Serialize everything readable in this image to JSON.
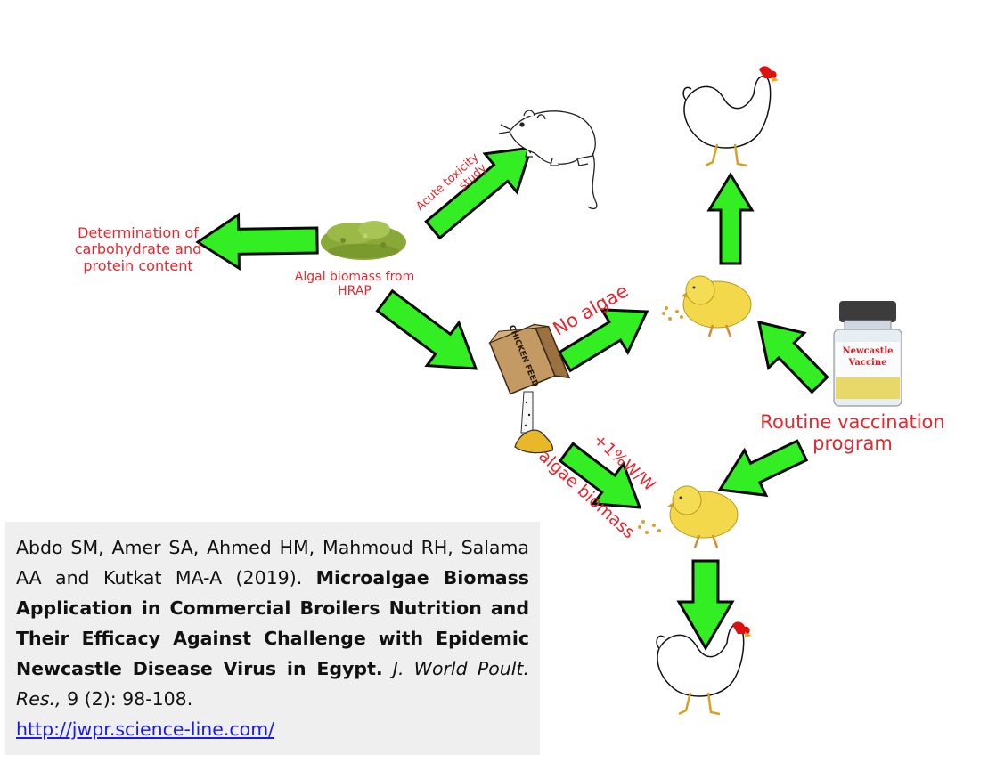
{
  "diagram": {
    "nodes": {
      "algal_biomass": {
        "label": "Algal biomass from HRAP",
        "icon": "algae-powder-icon"
      },
      "determination": {
        "label_lines": [
          "Determination of",
          "carbohydrate and",
          "protein content"
        ]
      },
      "rat": {
        "icon": "rat-icon"
      },
      "acute_toxicity": {
        "label_lines": [
          "Acute toxicity",
          "study"
        ]
      },
      "feed": {
        "icon": "chicken-feed-box-icon",
        "box_text": "CHICKEN FEED"
      },
      "no_algae": {
        "label": "No algae"
      },
      "algae_added": {
        "label_lines": [
          "+1%W/W",
          "algae biomass"
        ]
      },
      "vaccine": {
        "icon": "vaccine-vial-icon",
        "vial_label_lines": [
          "Newcastle",
          "Vaccine"
        ]
      },
      "routine_vaccination": {
        "label_lines": [
          "Routine vaccination",
          "program"
        ]
      },
      "chick_control": {
        "icon": "chick-icon"
      },
      "chick_algae": {
        "icon": "chick-icon"
      },
      "hen_control": {
        "icon": "hen-icon"
      },
      "hen_algae": {
        "icon": "hen-icon"
      }
    },
    "edges": [
      {
        "from": "algal_biomass",
        "to": "determination"
      },
      {
        "from": "algal_biomass",
        "to": "rat"
      },
      {
        "from": "algal_biomass",
        "to": "feed"
      },
      {
        "from": "feed",
        "to": "chick_control",
        "label": "No algae"
      },
      {
        "from": "feed",
        "to": "chick_algae",
        "label": "+1%W/W algae biomass"
      },
      {
        "from": "vaccine",
        "to": "chick_control"
      },
      {
        "from": "vaccine",
        "to": "chick_algae"
      },
      {
        "from": "chick_control",
        "to": "hen_control"
      },
      {
        "from": "chick_algae",
        "to": "hen_algae"
      }
    ],
    "colors": {
      "arrow_fill": "#33ee22",
      "arrow_stroke": "#0a0a0a",
      "label_red": "#e8262e",
      "citation_bg": "#efefef",
      "link_blue": "#1a1aee"
    }
  },
  "citation": {
    "authors": "Abdo SM, Amer SA, Ahmed HM, Mahmoud RH, Salama AA and Kutkat MA-A (2019). ",
    "title": "Microalgae Biomass Application in Commercial Broilers Nutrition and Their Efficacy Against Challenge with Epidemic Newcastle Disease Virus in Egypt.",
    "journal": "J. World Poult. Res.,",
    "volume_pages": " 9 (2): 98-108.",
    "url": "http://jwpr.science-line.com/"
  }
}
